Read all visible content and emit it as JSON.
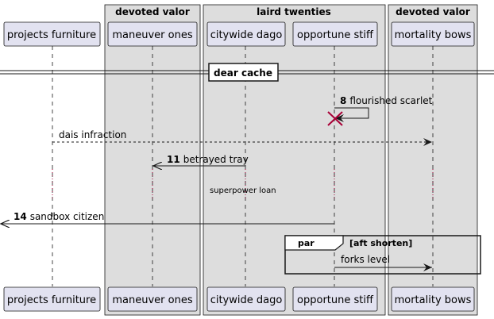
{
  "boxes": [
    {
      "title": "devoted valor"
    },
    {
      "title": "laird twenties"
    },
    {
      "title": "devoted valor"
    }
  ],
  "participants": [
    {
      "name": "projects furniture"
    },
    {
      "name": "maneuver ones"
    },
    {
      "name": "citywide dago"
    },
    {
      "name": "opportune stiff"
    },
    {
      "name": "mortality bows"
    }
  ],
  "divider": {
    "label": "dear cache"
  },
  "messages": [
    {
      "num": "8",
      "label": "flourished scarlet"
    },
    {
      "num": "",
      "label": "dais infraction"
    },
    {
      "num": "11",
      "label": "betrayed tray"
    },
    {
      "num": "14",
      "label": "sandbox citizen"
    },
    {
      "num": "",
      "label": "forks level"
    }
  ],
  "delay_note": "superpower loan",
  "fragment": {
    "keyword": "par",
    "condition": "[aft shorten]"
  },
  "colors": {
    "box_fill": "#dddddd",
    "participant_fill": "#e2e2f0",
    "destroy_mark": "#a80036",
    "line": "#181818"
  }
}
